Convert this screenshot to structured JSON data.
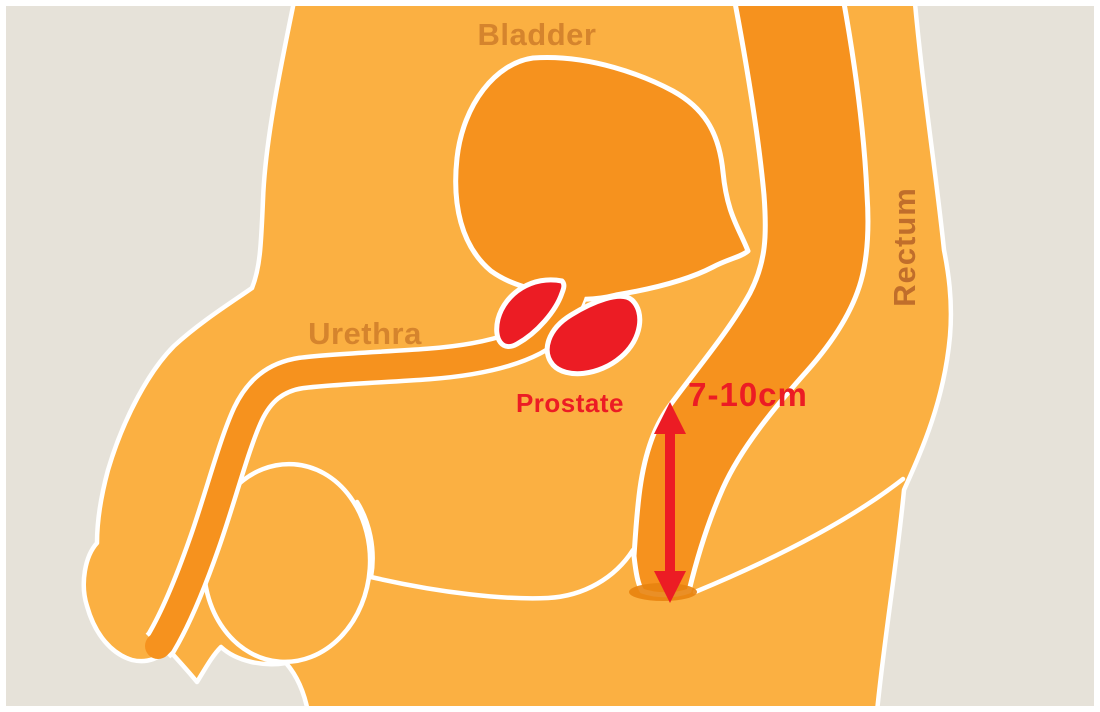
{
  "figure": {
    "title": "Male pelvic anatomy side-view diagram",
    "labels": {
      "bladder": "Bladder",
      "urethra": "Urethra",
      "prostate": "Prostate",
      "rectum": "Rectum",
      "measurement": "7-10cm"
    },
    "colors": {
      "background": "#E6E2D9",
      "frame": "#FFFFFF",
      "body": "#FBB042",
      "organ": "#F6921E",
      "organ_deep": "#E8830E",
      "red": "#EC1C24",
      "outline": "#FFFFFF",
      "label_orange": "#D5842D",
      "label_brown": "#C06E2B"
    }
  }
}
